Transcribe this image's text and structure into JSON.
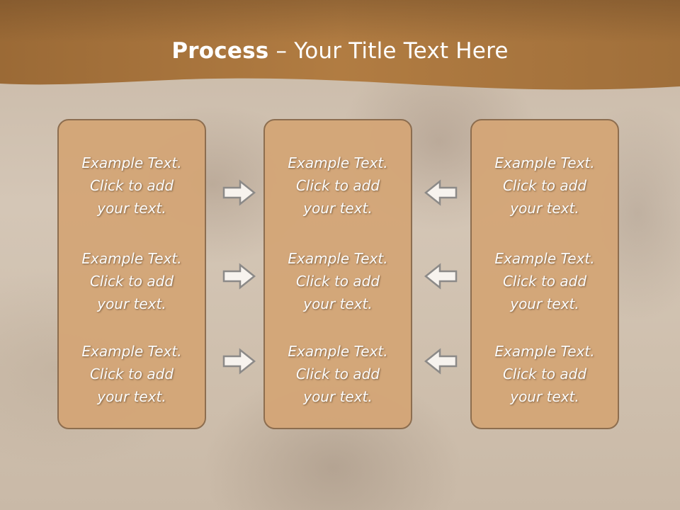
{
  "title": {
    "bold": "Process",
    "rest": " – Your Title Text Here"
  },
  "columns": [
    {
      "items": [
        {
          "l1": "Example Text.",
          "l2": "Click  to add",
          "l3": "your text."
        },
        {
          "l1": "Example Text.",
          "l2": "Click  to add",
          "l3": "your text."
        },
        {
          "l1": "Example Text.",
          "l2": "Click  to add",
          "l3": "your text."
        }
      ]
    },
    {
      "items": [
        {
          "l1": "Example Text.",
          "l2": "Click  to add",
          "l3": "your text."
        },
        {
          "l1": "Example Text.",
          "l2": "Click  to add",
          "l3": "your text."
        },
        {
          "l1": "Example Text.",
          "l2": "Click  to add",
          "l3": "your text."
        }
      ]
    },
    {
      "items": [
        {
          "l1": "Example Text.",
          "l2": "Click  to add",
          "l3": "your text."
        },
        {
          "l1": "Example Text.",
          "l2": "Click  to add",
          "l3": "your text."
        },
        {
          "l1": "Example Text.",
          "l2": "Click  to add",
          "l3": "your text."
        }
      ]
    }
  ],
  "arrows": {
    "left_group": "right-arrow-icon",
    "right_group": "left-arrow-icon"
  },
  "colors": {
    "banner": "#a8743c",
    "box_fill": "#d4a677",
    "box_border": "#8a6a4b",
    "text": "#ffffff"
  }
}
